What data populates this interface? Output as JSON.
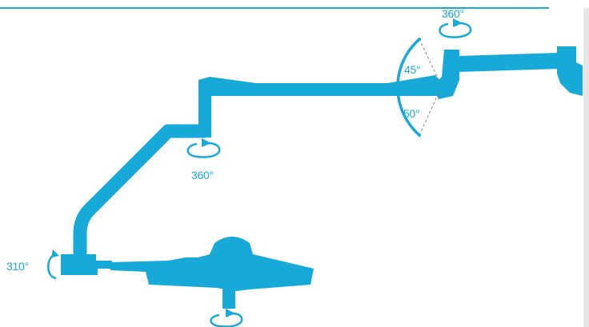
{
  "colors": {
    "arm": "#17a9d8",
    "top_rule": "#17a9d8",
    "right_strip": "#e6e6e6",
    "label": "#17a9d8",
    "dashed_line": "#7a7a7a",
    "background": "#ffffff"
  },
  "rotation_labels": {
    "top_right": "360°",
    "upper_tilt": "45°",
    "lower_tilt": "50°",
    "elbow": "360°",
    "base_left": "310°"
  },
  "icons": {
    "rotation_arrow": "rotate-arrow-icon",
    "light_head": "lamp-head-icon"
  }
}
